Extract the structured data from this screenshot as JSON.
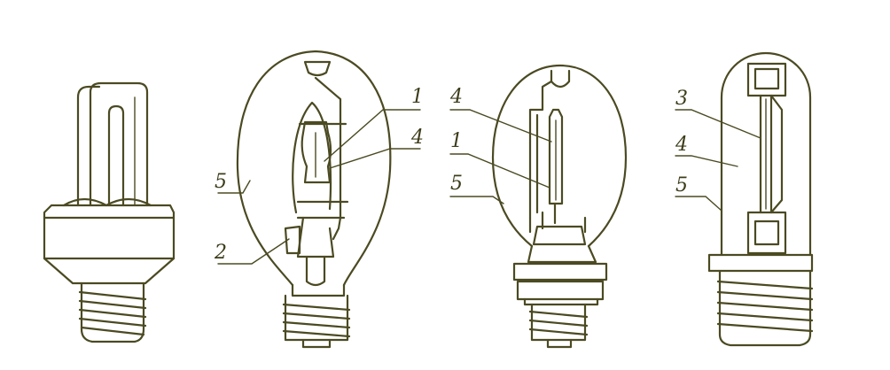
{
  "figure": {
    "background": "#ffffff",
    "ink_color": "#4b4a22",
    "lamps": [
      {
        "name": "compact-fluorescent",
        "labels": []
      },
      {
        "name": "metal-halide-ovoid",
        "labels": [
          "1",
          "4",
          "5",
          "2"
        ]
      },
      {
        "name": "elliptical-discharge",
        "labels": [
          "4",
          "1",
          "5"
        ]
      },
      {
        "name": "tubular-discharge",
        "labels": [
          "3",
          "4",
          "5"
        ]
      }
    ]
  }
}
